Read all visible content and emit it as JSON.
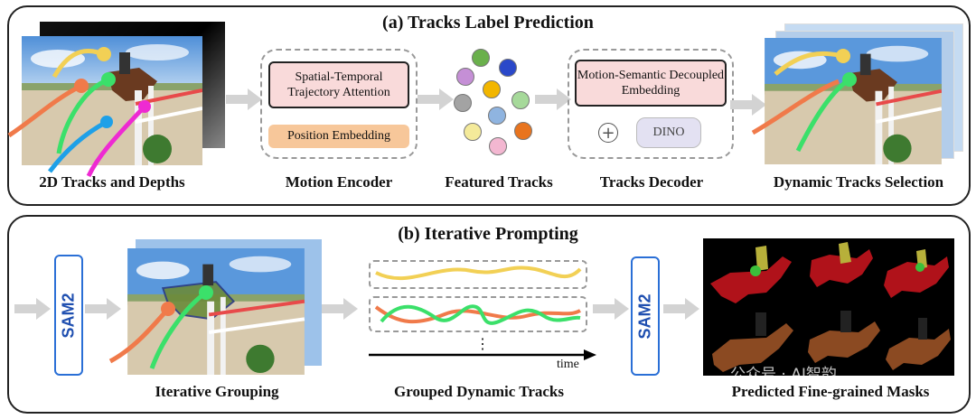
{
  "panel_a": {
    "title": "(a) Tracks Label Prediction",
    "captions": {
      "tracks_depths": "2D Tracks and Depths",
      "motion_encoder": "Motion Encoder",
      "featured_tracks": "Featured Tracks",
      "tracks_decoder": "Tracks Decoder",
      "dynamic_selection": "Dynamic Tracks Selection"
    },
    "encoder": {
      "attention_label": "Spatial-Temporal Trajectory Attention",
      "position_label": "Position Embedding"
    },
    "decoder": {
      "embedding_label": "Motion-Semantic Decoupled Embedding",
      "plus_symbol": "+",
      "dino_label": "DINO"
    },
    "featured_dot_colors": [
      "#c58fd6",
      "#6ab04c",
      "#2a48c9",
      "#a3a3a3",
      "#f2b600",
      "#a6d99a",
      "#8fb4e0",
      "#f4ea9a",
      "#f3b7d1",
      "#e8741e"
    ]
  },
  "panel_b": {
    "title": "(b) Iterative Prompting",
    "sam_label_1": "SAM2",
    "sam_label_2": "SAM2",
    "captions": {
      "iterative_grouping": "Iterative Grouping",
      "grouped_tracks": "Grouped Dynamic Tracks",
      "predicted_masks": "Predicted Fine-grained Masks"
    },
    "ellipsis": "⋮",
    "time_label": "time",
    "watermark": "公众号 · AI智韵"
  },
  "colors": {
    "track_yellow": "#f2d055",
    "track_orange": "#f07a4a",
    "track_green": "#3be06a",
    "track_blue": "#1ea0e8",
    "track_magenta": "#ee2ad2",
    "arrow_gray": "#d3d3d3",
    "sam_blue": "#2a6fd6",
    "mask_red": "#b0121a",
    "mask_yellow": "#b7b03a"
  }
}
